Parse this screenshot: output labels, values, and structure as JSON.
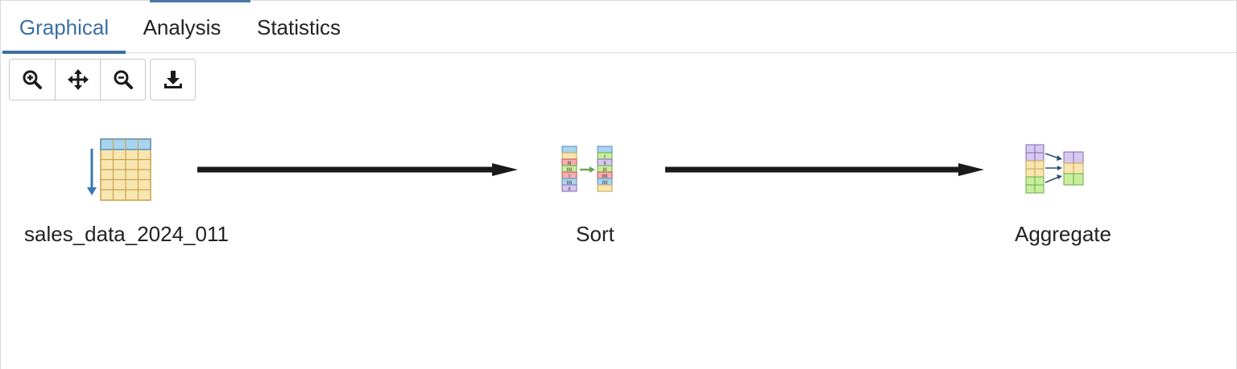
{
  "tabs": [
    {
      "label": "Graphical",
      "active": true
    },
    {
      "label": "Analysis",
      "active": false
    },
    {
      "label": "Statistics",
      "active": false
    }
  ],
  "toolbar": {
    "zoom_in_icon": "zoom-in-icon",
    "pan_icon": "move-arrows-icon",
    "zoom_out_icon": "zoom-out-icon",
    "download_icon": "download-icon"
  },
  "graph": {
    "nodes": [
      {
        "id": "source",
        "label": "sales_data_2024_011",
        "icon": "table-scan-icon"
      },
      {
        "id": "sort",
        "label": "Sort",
        "icon": "sort-icon"
      },
      {
        "id": "aggregate",
        "label": "Aggregate",
        "icon": "aggregate-icon"
      }
    ],
    "edges": [
      {
        "from": "source",
        "to": "sort"
      },
      {
        "from": "sort",
        "to": "aggregate"
      }
    ]
  },
  "colors": {
    "accent": "#3b6ea5",
    "edge": "#1a1a1a"
  }
}
